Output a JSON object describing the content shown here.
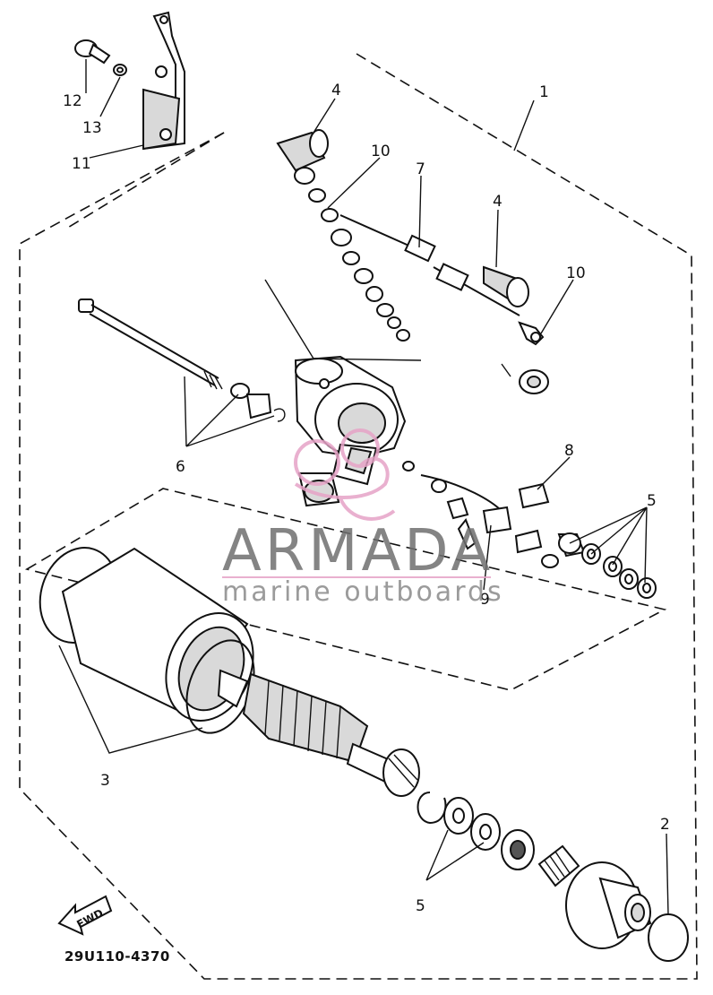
{
  "diagram": {
    "part_number": "29U110-4370",
    "fwd_label": "FWD",
    "callouts": [
      "1",
      "2",
      "3",
      "4",
      "4",
      "5",
      "5",
      "6",
      "7",
      "8",
      "9",
      "10",
      "10",
      "11",
      "12",
      "13"
    ]
  },
  "watermark": {
    "title": "ARMADA",
    "subtitle": "marine outboards",
    "accent_color": "#e6a3c7",
    "text_color": "#6f6f6f"
  }
}
